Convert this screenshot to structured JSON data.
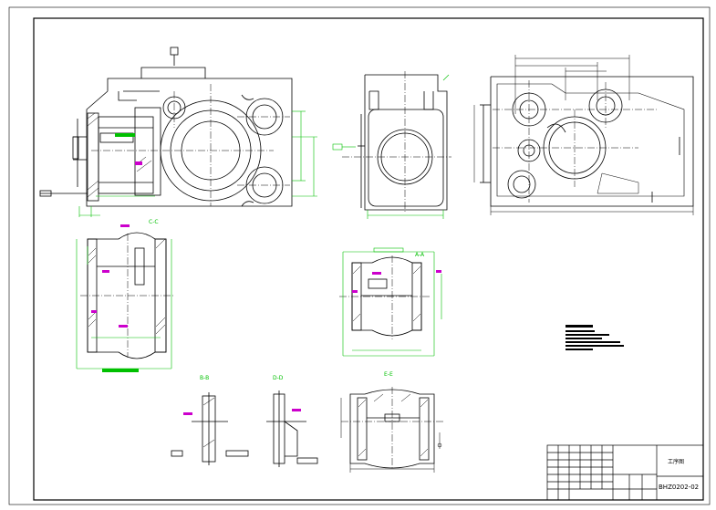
{
  "sheet": {
    "drawing_number": "BHZ0202-02",
    "drawing_name": "工序图",
    "accent_colors": {
      "dimension": "#00c000",
      "centerline": "#000000",
      "annotation": "#cc00cc",
      "geometry": "#000000"
    }
  },
  "section_labels": {
    "section_1": "C-C",
    "section_2": "A-A",
    "section_3": "B-B",
    "section_4": "D-D",
    "section_5": "E-E"
  }
}
